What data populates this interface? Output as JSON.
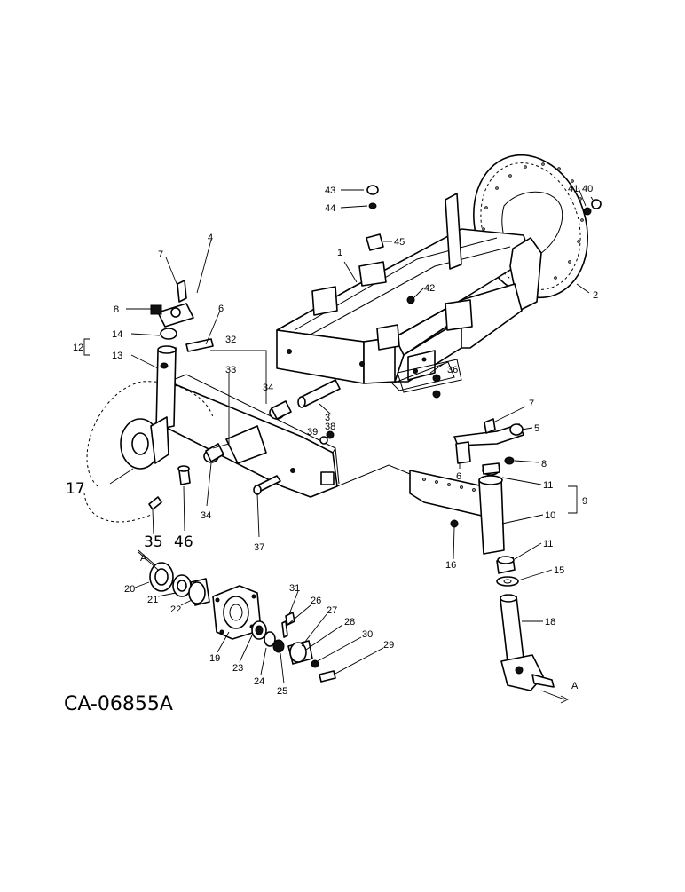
{
  "drawing_code": "CA-06855A",
  "view_marker": "A",
  "callouts": [
    {
      "id": "c1",
      "text": "1"
    },
    {
      "id": "c2",
      "text": "2"
    },
    {
      "id": "c3",
      "text": "3"
    },
    {
      "id": "c4",
      "text": "4"
    },
    {
      "id": "c5",
      "text": "5"
    },
    {
      "id": "c6a",
      "text": "6"
    },
    {
      "id": "c6b",
      "text": "6"
    },
    {
      "id": "c7a",
      "text": "7"
    },
    {
      "id": "c7b",
      "text": "7"
    },
    {
      "id": "c8a",
      "text": "8"
    },
    {
      "id": "c8b",
      "text": "8"
    },
    {
      "id": "c9",
      "text": "9"
    },
    {
      "id": "c10",
      "text": "10"
    },
    {
      "id": "c11a",
      "text": "11"
    },
    {
      "id": "c11b",
      "text": "11"
    },
    {
      "id": "c12",
      "text": "12"
    },
    {
      "id": "c13",
      "text": "13"
    },
    {
      "id": "c14",
      "text": "14"
    },
    {
      "id": "c15",
      "text": "15"
    },
    {
      "id": "c16",
      "text": "16"
    },
    {
      "id": "c17",
      "text": "17"
    },
    {
      "id": "c18",
      "text": "18"
    },
    {
      "id": "c19",
      "text": "19"
    },
    {
      "id": "c20",
      "text": "20"
    },
    {
      "id": "c21",
      "text": "21"
    },
    {
      "id": "c22",
      "text": "22"
    },
    {
      "id": "c23",
      "text": "23"
    },
    {
      "id": "c24",
      "text": "24"
    },
    {
      "id": "c25",
      "text": "25"
    },
    {
      "id": "c26",
      "text": "26"
    },
    {
      "id": "c27",
      "text": "27"
    },
    {
      "id": "c28",
      "text": "28"
    },
    {
      "id": "c29",
      "text": "29"
    },
    {
      "id": "c30",
      "text": "30"
    },
    {
      "id": "c31",
      "text": "31"
    },
    {
      "id": "c32",
      "text": "32"
    },
    {
      "id": "c33",
      "text": "33"
    },
    {
      "id": "c34a",
      "text": "34"
    },
    {
      "id": "c34b",
      "text": "34"
    },
    {
      "id": "c35",
      "text": "35"
    },
    {
      "id": "c36",
      "text": "36"
    },
    {
      "id": "c37",
      "text": "37"
    },
    {
      "id": "c38",
      "text": "38"
    },
    {
      "id": "c39",
      "text": "39"
    },
    {
      "id": "c40",
      "text": "40"
    },
    {
      "id": "c41",
      "text": "41"
    },
    {
      "id": "c42",
      "text": "42"
    },
    {
      "id": "c43",
      "text": "43"
    },
    {
      "id": "c44",
      "text": "44"
    },
    {
      "id": "c45",
      "text": "45"
    },
    {
      "id": "c46",
      "text": "46"
    }
  ]
}
